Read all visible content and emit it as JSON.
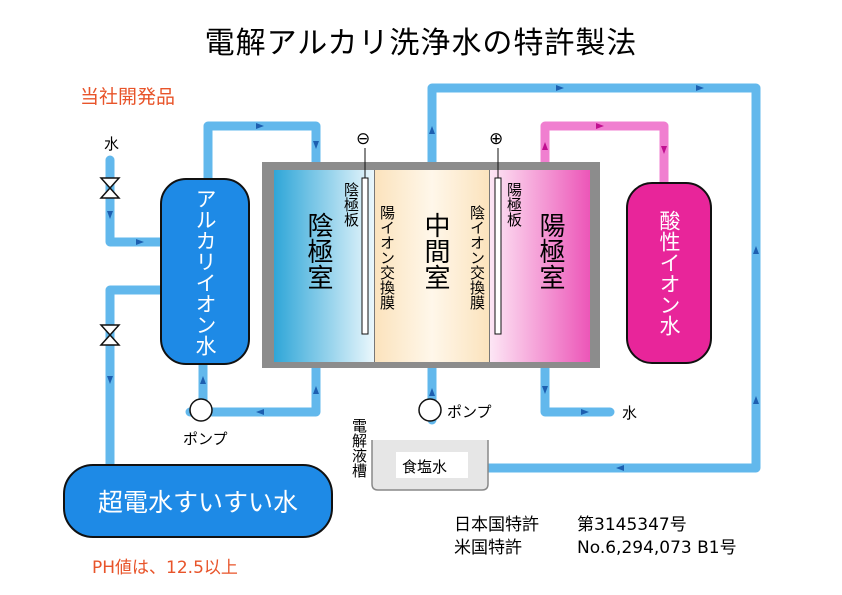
{
  "title": "電解アルカリ洗浄水の特許製法",
  "company_label": "当社開発品",
  "tanks": {
    "alkaline": "アルカリイオン水",
    "acidic": "酸性イオン水",
    "product": "超電水すいすい水"
  },
  "chambers": {
    "cathode": "陰極室",
    "middle": "中間室",
    "anode": "陽極室"
  },
  "plates": {
    "cathode_plate": "陰極板",
    "anode_plate": "陽極板",
    "membrane_left": "陽イオン交換膜",
    "membrane_right": "陰イオン交換膜"
  },
  "symbols": {
    "minus": "⊖",
    "plus": "⊕"
  },
  "labels": {
    "water_top": "水",
    "water_right": "水",
    "pump_left": "ポンプ",
    "pump_middle": "ポンプ",
    "electrolyte_tank": "電解液槽",
    "salt_water": "食塩水"
  },
  "ph_note": "PH値は、12.5以上",
  "patents": {
    "jp_label": "日本国特許",
    "jp_number": "第3145347号",
    "us_label": "米国特許",
    "us_number": "No.6,294,073 B1号"
  },
  "colors": {
    "title_accent": "#e8542a",
    "pipe_blue": "#62b8ec",
    "pipe_pink": "#f07fd0",
    "tank_blue": "#1e8ae6",
    "tank_pink": "#e8259a",
    "cell_frame": "#8c8c8c"
  }
}
